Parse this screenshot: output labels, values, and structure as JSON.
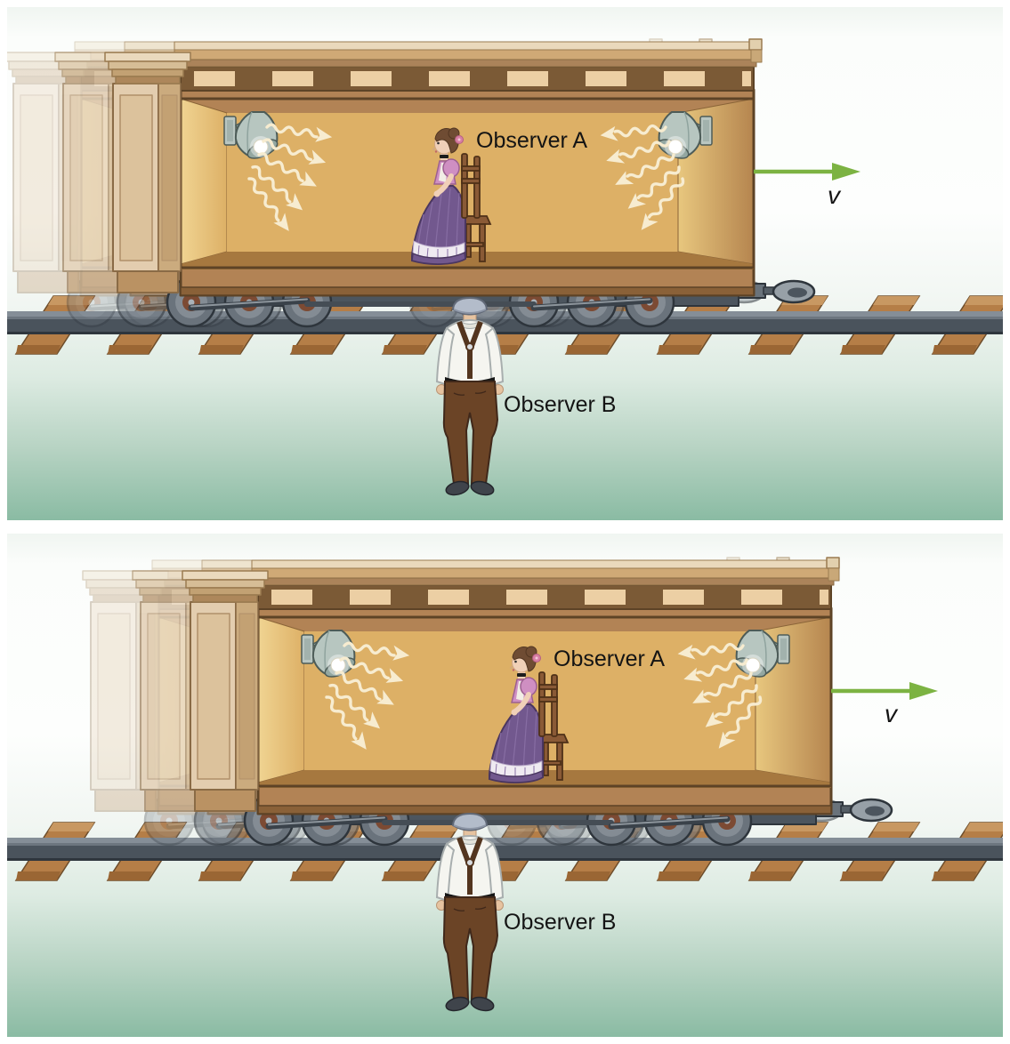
{
  "panels": [
    {
      "id": "top",
      "labels": {
        "observer_a": "Observer A",
        "observer_b": "Observer B",
        "velocity": "v"
      }
    },
    {
      "id": "bottom",
      "labels": {
        "observer_a": "Observer A",
        "observer_b": "Observer B",
        "velocity": "v"
      }
    }
  ],
  "icons": {
    "lamp": "wall-mounted cone spotlight",
    "light_wave": "wavy arrow (light ray)",
    "velocity_arrow": "green right arrow",
    "ghost_train": "faded motion-trail boxcar"
  },
  "colors": {
    "label_text": "#141414",
    "velocity_green": "#7cb342",
    "light_wave": "#f7ecd0",
    "background_green": "#8abba3",
    "car_wood": "#b28355",
    "car_interior": "#ddb066",
    "rail_steel": "#4a535c",
    "tie_wood": "#b57e47"
  }
}
